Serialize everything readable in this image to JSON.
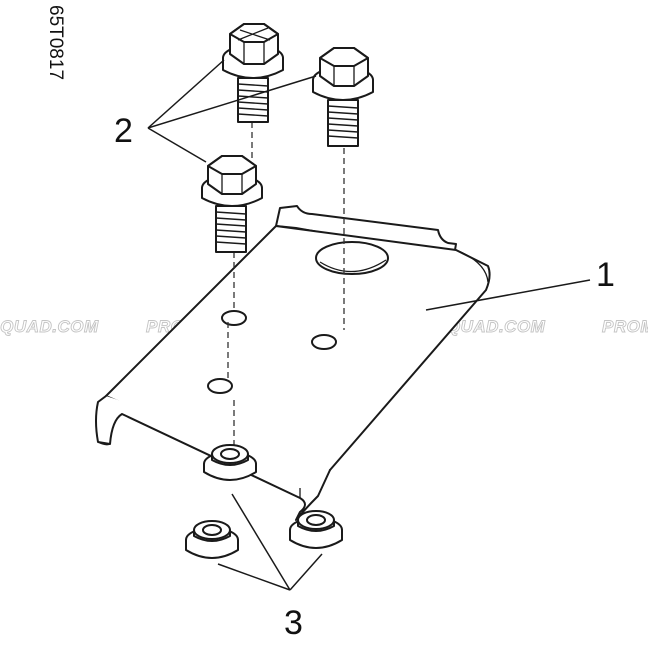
{
  "figure": {
    "drawing_code": "65T0817",
    "callouts": {
      "bracket": "1",
      "bolts": "2",
      "nuts": "3"
    },
    "watermark": {
      "text_left": "-QUAD.COM",
      "text": "PROMO-QUAD.COM",
      "text_right": "PROMO"
    }
  }
}
